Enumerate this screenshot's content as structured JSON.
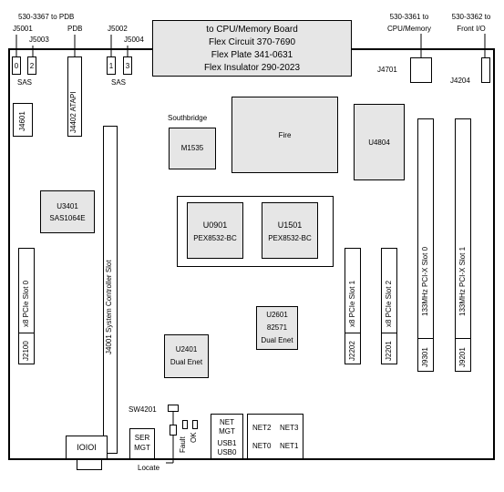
{
  "top_box": {
    "line1": "to CPU/Memory Board",
    "line2": "Flex Circuit 370-7690",
    "line3": "Flex Plate 341-0631",
    "line4": "Flex Insulator 290-2023"
  },
  "left_header": {
    "pdb_link": "530-3367  to  PDB",
    "j5001": "J5001",
    "j5003": "J5003",
    "pdb": "PDB",
    "j5002": "J5002",
    "j5004": "J5004",
    "sas_left": "SAS",
    "sas_right": "SAS",
    "pin_0": "0",
    "pin_2": "2",
    "pin_1": "1",
    "pin_3": "3"
  },
  "right_header": {
    "cpu_mem_link_1": "530-3361  to",
    "cpu_mem_link_2": "CPU/Memory",
    "front_io_link_1": "530-3362  to",
    "front_io_link_2": "Front I/O",
    "j4701": "J4701",
    "j4204": "J4204"
  },
  "components": {
    "j4601": "J4601",
    "j4402": "J4402 ATAPI",
    "southbridge": "Southbridge",
    "m1535": "M1535",
    "fire": "Fire",
    "u4804": "U4804",
    "u3401_1": "U3401",
    "u3401_2": "SAS1064E",
    "j4001": "J4001 System Controller  Slot",
    "u0901_1": "U0901",
    "u0901_2": "PEX8532-BC",
    "u1501_1": "U1501",
    "u1501_2": "PEX8532-BC",
    "u2601_1": "U2601",
    "u2601_2": "82571",
    "u2601_3": "Dual  Enet",
    "u2401_1": "U2401",
    "u2401_2": "Dual  Enet",
    "pcie0_slot": "x8  PCIe  Slot  0",
    "pcie0_conn": "J2100",
    "pcie1_slot": "x8  PCIe  Slot  1",
    "pcie1_conn": "J2202",
    "pcie2_slot": "x8  PCIe  Slot  2",
    "pcie2_conn": "J2201",
    "pcix0_slot": "133MHz  PCI-X  Slot  0",
    "pcix0_conn": "J9301",
    "pcix1_slot": "133MHz  PCI-X  Slot  1",
    "pcix1_conn": "J9201"
  },
  "bottom": {
    "sw4201": "SW4201",
    "serial_port": "IOIOI",
    "ser_mgt_1": "SER",
    "ser_mgt_2": "MGT",
    "locate": "Locate",
    "fault": "Fault",
    "ok": "OK",
    "net_mgt_1": "NET",
    "net_mgt_2": "MGT",
    "usb1": "USB1",
    "usb0": "USB0",
    "net2": "NET2",
    "net3": "NET3",
    "net0": "NET0",
    "net1": "NET1"
  }
}
